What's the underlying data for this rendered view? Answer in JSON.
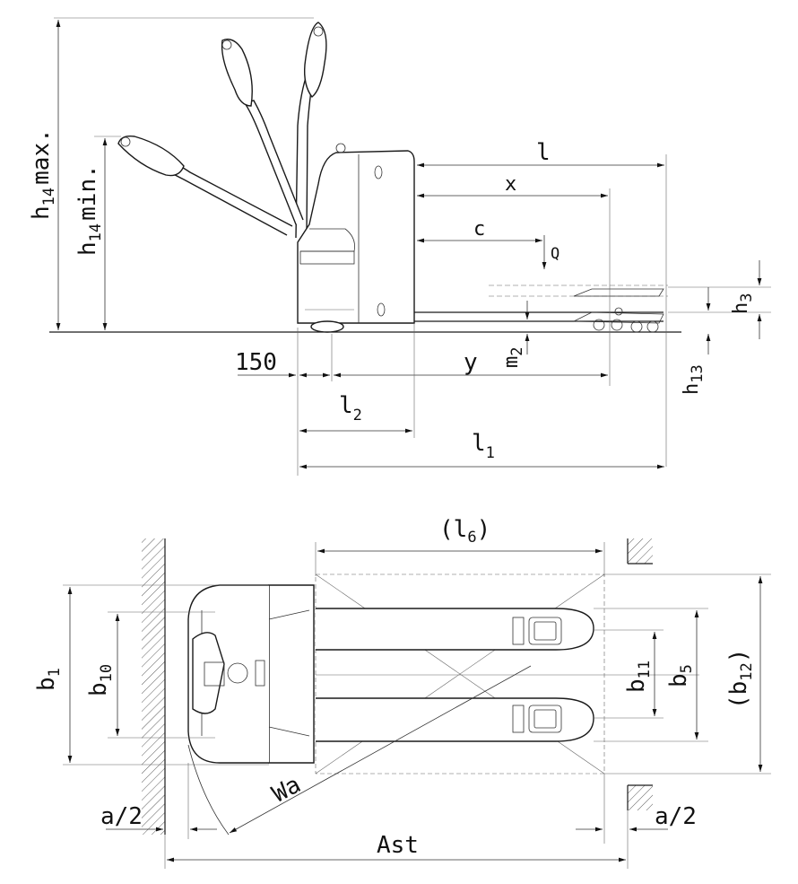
{
  "side_view": {
    "labels": {
      "h14max": "h",
      "h14max_sub": "14",
      "h14max_tail": "max.",
      "h14min": "h",
      "h14min_sub": "14",
      "h14min_tail": "min.",
      "l": "l",
      "x": "x",
      "c": "c",
      "q": "Q",
      "h3": "h",
      "h3_sub": "3",
      "h13": "h",
      "h13_sub": "13",
      "m2": "m",
      "m2_sub": "2",
      "dim150": "150",
      "y": "y",
      "l2": "l",
      "l2_sub": "2",
      "l1": "l",
      "l1_sub": "1"
    }
  },
  "top_view": {
    "labels": {
      "l6": "(l",
      "l6_sub": "6",
      "l6_close": ")",
      "b1": "b",
      "b1_sub": "1",
      "b10": "b",
      "b10_sub": "10",
      "b11": "b",
      "b11_sub": "11",
      "b5": "b",
      "b5_sub": "5",
      "b12": "(b",
      "b12_sub": "12",
      "b12_close": ")",
      "wa": "Wa",
      "a2_left": "a/2",
      "a2_right": "a/2",
      "ast": "Ast"
    }
  }
}
